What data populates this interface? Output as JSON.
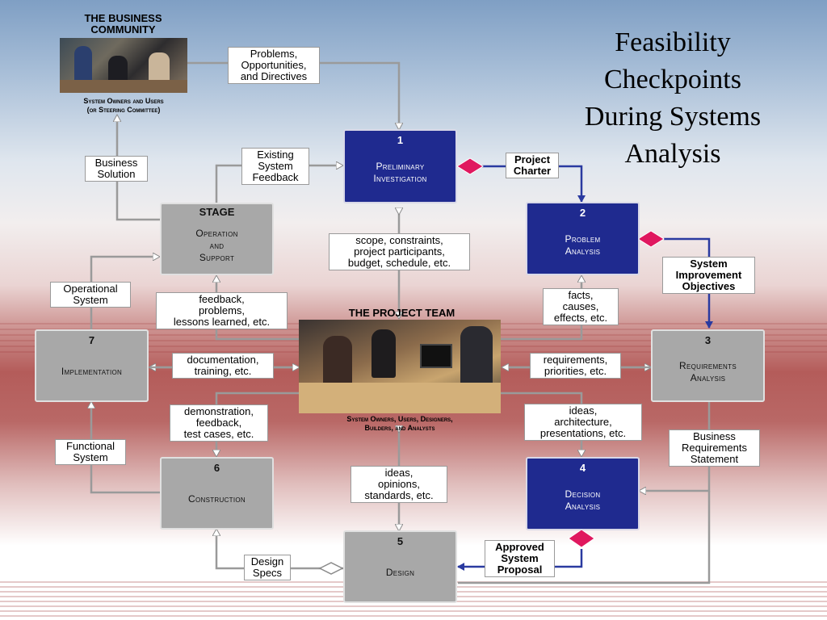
{
  "title": "Feasibility\nCheckpoints\nDuring Systems\nAnalysis",
  "business_community": {
    "heading": "THE BUSINESS\nCOMMUNITY",
    "caption": "System Owners and Users\n(or Steering Committee)"
  },
  "project_team": {
    "heading": "THE PROJECT TEAM",
    "caption": "System Owners, Users, Designers,\nBuilders, and Analysts"
  },
  "phases": {
    "p1": {
      "num": "1",
      "title": "Preliminary\nInvestigation"
    },
    "p2": {
      "num": "2",
      "title": "Problem\nAnalysis"
    },
    "p3": {
      "num": "3",
      "title": "Requirements\nAnalysis"
    },
    "p4": {
      "num": "4",
      "title": "Decision\nAnalysis"
    },
    "p5": {
      "num": "5",
      "title": "Design"
    },
    "p6": {
      "num": "6",
      "title": "Construction"
    },
    "p7": {
      "num": "7",
      "title": "Implementation"
    },
    "stage": {
      "header": "STAGE",
      "title": "Operation\nand\nSupport"
    }
  },
  "labels": {
    "problems": "Problems,\nOpportunities,\nand Directives",
    "business_solution": "Business\nSolution",
    "existing_feedback": "Existing\nSystem\nFeedback",
    "project_charter": "Project\nCharter",
    "scope": "scope, constraints,\nproject participants,\nbudget, schedule, etc.",
    "system_improvement": "System\nImprovement\nObjectives",
    "operational_system": "Operational\nSystem",
    "feedback_problems": "feedback,\nproblems,\nlessons learned, etc.",
    "facts": "facts,\ncauses,\neffects, etc.",
    "documentation": "documentation,\ntraining, etc.",
    "requirements": "requirements,\npriorities, etc.",
    "demonstration": "demonstration,\nfeedback,\ntest cases, etc.",
    "ideas_architecture": "ideas,\narchitecture,\npresentations, etc.",
    "business_requirements": "Business\nRequirements\nStatement",
    "functional_system": "Functional\nSystem",
    "ideas_opinions": "ideas,\nopinions,\nstandards, etc.",
    "design_specs": "Design\nSpecs",
    "approved_proposal": "Approved\nSystem\nProposal"
  },
  "colors": {
    "phase_blue": "#1f2a8f",
    "phase_gray": "#a8a8a8",
    "checkpoint_diamond": "#e0185f",
    "arrow_blue": "#2a3aa0",
    "arrow_gray": "#9a9a9a"
  }
}
